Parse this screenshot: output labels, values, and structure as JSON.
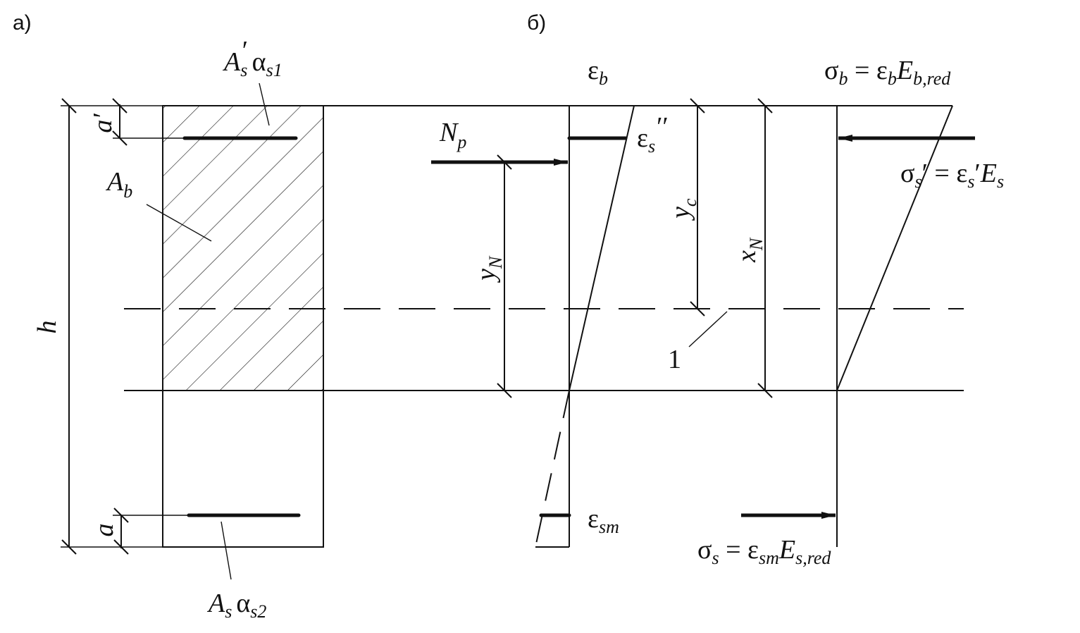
{
  "panel_labels": {
    "a": "а)",
    "b": "б)"
  },
  "section": {
    "h": "h",
    "a_top": "a′",
    "a_bottom": "a",
    "Ab": {
      "main": "A",
      "sub": "b"
    },
    "As_top": {
      "main": "A",
      "sub": "s",
      "prime": "′",
      "alpha": "α",
      "alpha_sub": "s1"
    },
    "As_bottom": {
      "main": "A",
      "sub": "s",
      "alpha": "α",
      "alpha_sub": "s2"
    }
  },
  "strain": {
    "eps_b": {
      "main": "ε",
      "sub": "b"
    },
    "eps_s_top": {
      "main": "ε",
      "sub": "s",
      "prime": "′′"
    },
    "eps_sm": {
      "main": "ε",
      "sub": "sm"
    },
    "Np": {
      "main": "N",
      "sub": "p"
    },
    "yN": {
      "main": "y",
      "sub": "N"
    },
    "yc": {
      "main": "y",
      "sub": "c"
    },
    "xN": {
      "main": "x",
      "sub": "N"
    },
    "axis_label": "1"
  },
  "stress": {
    "sigma_b": {
      "lhs": "σ",
      "lhs_sub": "b",
      "eq": " = ε",
      "e_sub": "b",
      "E": "E",
      "E_sub": "b,red"
    },
    "sigma_s_top": {
      "lhs": "σ",
      "lhs_sub": "s",
      "prime": "′",
      "eq": " = ε",
      "e_sub": "s",
      "e_prime": "′",
      "E": "E",
      "E_sub": "s"
    },
    "sigma_s": {
      "lhs": "σ",
      "lhs_sub": "s",
      "eq": " = ε",
      "e_sub": "sm",
      "E": "E",
      "E_sub": "s,red"
    }
  }
}
